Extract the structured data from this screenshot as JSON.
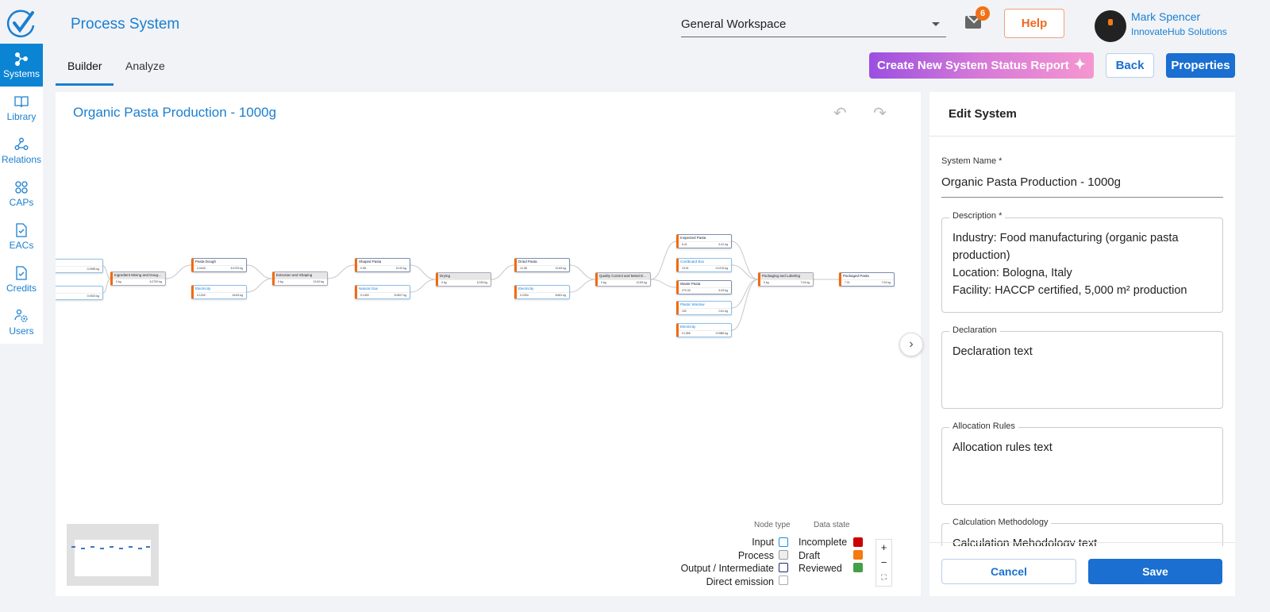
{
  "app": {
    "title": "Process System"
  },
  "sidebar": {
    "items": [
      {
        "label": "Systems",
        "icon": "systems-icon",
        "active": true
      },
      {
        "label": "Library",
        "icon": "book-icon"
      },
      {
        "label": "Relations",
        "icon": "relations-icon"
      },
      {
        "label": "CAPs",
        "icon": "caps-icon"
      },
      {
        "label": "EACs",
        "icon": "document-check-icon"
      },
      {
        "label": "Credits",
        "icon": "document-check-icon"
      },
      {
        "label": "Users",
        "icon": "users-gear-icon"
      }
    ]
  },
  "tabs": [
    {
      "label": "Builder",
      "active": true
    },
    {
      "label": "Analyze"
    }
  ],
  "header": {
    "workspace": "General Workspace",
    "mail_count": "6",
    "help_label": "Help",
    "user_name": "Mark Spencer",
    "user_org": "InnovateHub Solutions"
  },
  "toolbar": {
    "report_label": "Create New System Status Report",
    "back_label": "Back",
    "properties_label": "Properties"
  },
  "canvas": {
    "title": "Organic Pasta Production - 1000g",
    "nodes": [
      {
        "name": "",
        "type": "input",
        "v1": "",
        "v2": "0.0998 kg"
      },
      {
        "name": "",
        "type": "input",
        "v1": "",
        "v2": "0.0923 kg"
      },
      {
        "name": "Ingredient Mixing and Doug...",
        "type": "process",
        "v1": "0 kg",
        "v2": "6.2720 kg"
      },
      {
        "name": "Pasta Dough",
        "type": "output",
        "v1": "0.0443",
        "v2": "6.0729 kg"
      },
      {
        "name": "Electricity",
        "type": "input",
        "v1": "0.1200",
        "v2": "16.83 kg"
      },
      {
        "name": "Extrusion and Shaping",
        "type": "process",
        "v1": "0 kg",
        "v2": "13.00 kg"
      },
      {
        "name": "Shaped Pasta",
        "type": "output",
        "v1": "0.98",
        "v2": "12.92 kg"
      },
      {
        "name": "Natural Gas",
        "type": "input",
        "v1": "0.1400",
        "v2": "8.0817 kg"
      },
      {
        "name": "Drying",
        "type": "process",
        "v1": "0 kg",
        "v2": "12.83 kg"
      },
      {
        "name": "Dried Pasta",
        "type": "output",
        "v1": "12.38",
        "v2": "12.83 kg"
      },
      {
        "name": "Electricity",
        "type": "input",
        "v1": "0.2334",
        "v2": "8.691 kg"
      },
      {
        "name": "Quality Control and Metal D...",
        "type": "process",
        "v1": "0 kg",
        "v2": "12.83 kg"
      },
      {
        "name": "Inspected Pasta",
        "type": "output",
        "v1": "6.41",
        "v2": "6.41 kg"
      },
      {
        "name": "Cardboard Box",
        "type": "input",
        "v1": "13.01",
        "v2": "0.0176 kg"
      },
      {
        "name": "Waste Pasta",
        "type": "output",
        "v1": "270.33",
        "v2": "6.29 kg"
      },
      {
        "name": "Plastic Window",
        "type": "input",
        "v1": "192",
        "v2": "0.61 kg"
      },
      {
        "name": "Electricity",
        "type": "input",
        "v1": "0.1355",
        "v2": "0.0985 kg"
      },
      {
        "name": "Packaging and Labeling",
        "type": "process",
        "v1": "0 kg",
        "v2": "7.04 kg"
      },
      {
        "name": "Packaged Pasta",
        "type": "output",
        "v1": "7.01",
        "v2": "7.04 kg"
      }
    ],
    "legend": {
      "node_type_title": "Node type",
      "data_state_title": "Data state",
      "node_types": [
        "Input",
        "Process",
        "Output / Intermediate",
        "Direct emission"
      ],
      "states": [
        {
          "label": "Incomplete",
          "color": "#cc0000"
        },
        {
          "label": "Draft",
          "color": "#f57a12"
        },
        {
          "label": "Reviewed",
          "color": "#43a047"
        }
      ]
    },
    "zoom_in": "+",
    "zoom_out": "−",
    "fit": "⛶"
  },
  "panel": {
    "title": "Edit System",
    "system_name_label": "System Name *",
    "system_name_value": "Organic Pasta Production - 1000g",
    "description_label": "Description *",
    "description_lines": [
      "Industry: Food manufacturing (organic pasta production)",
      "Location: Bologna, Italy",
      "Facility: HACCP certified, 5,000 m² production"
    ],
    "declaration_label": "Declaration",
    "declaration_value": "Declaration text",
    "allocation_label": "Allocation Rules",
    "allocation_value": "Allocation rules text",
    "methodology_label": "Calculation Methodology",
    "methodology_value": "Calculation Mehodology text",
    "cancel_label": "Cancel",
    "save_label": "Save"
  },
  "colors": {
    "primary": "#1a6fd0",
    "accent": "#f26a10"
  }
}
